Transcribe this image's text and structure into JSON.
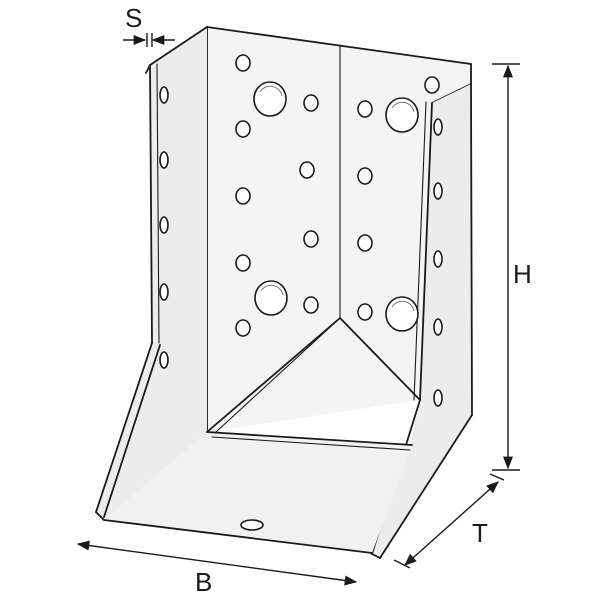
{
  "dimensions": {
    "s_label": "S",
    "h_label": "H",
    "t_label": "T",
    "b_label": "B"
  },
  "colors": {
    "line": "#1a1a1a",
    "background": "#ffffff"
  }
}
